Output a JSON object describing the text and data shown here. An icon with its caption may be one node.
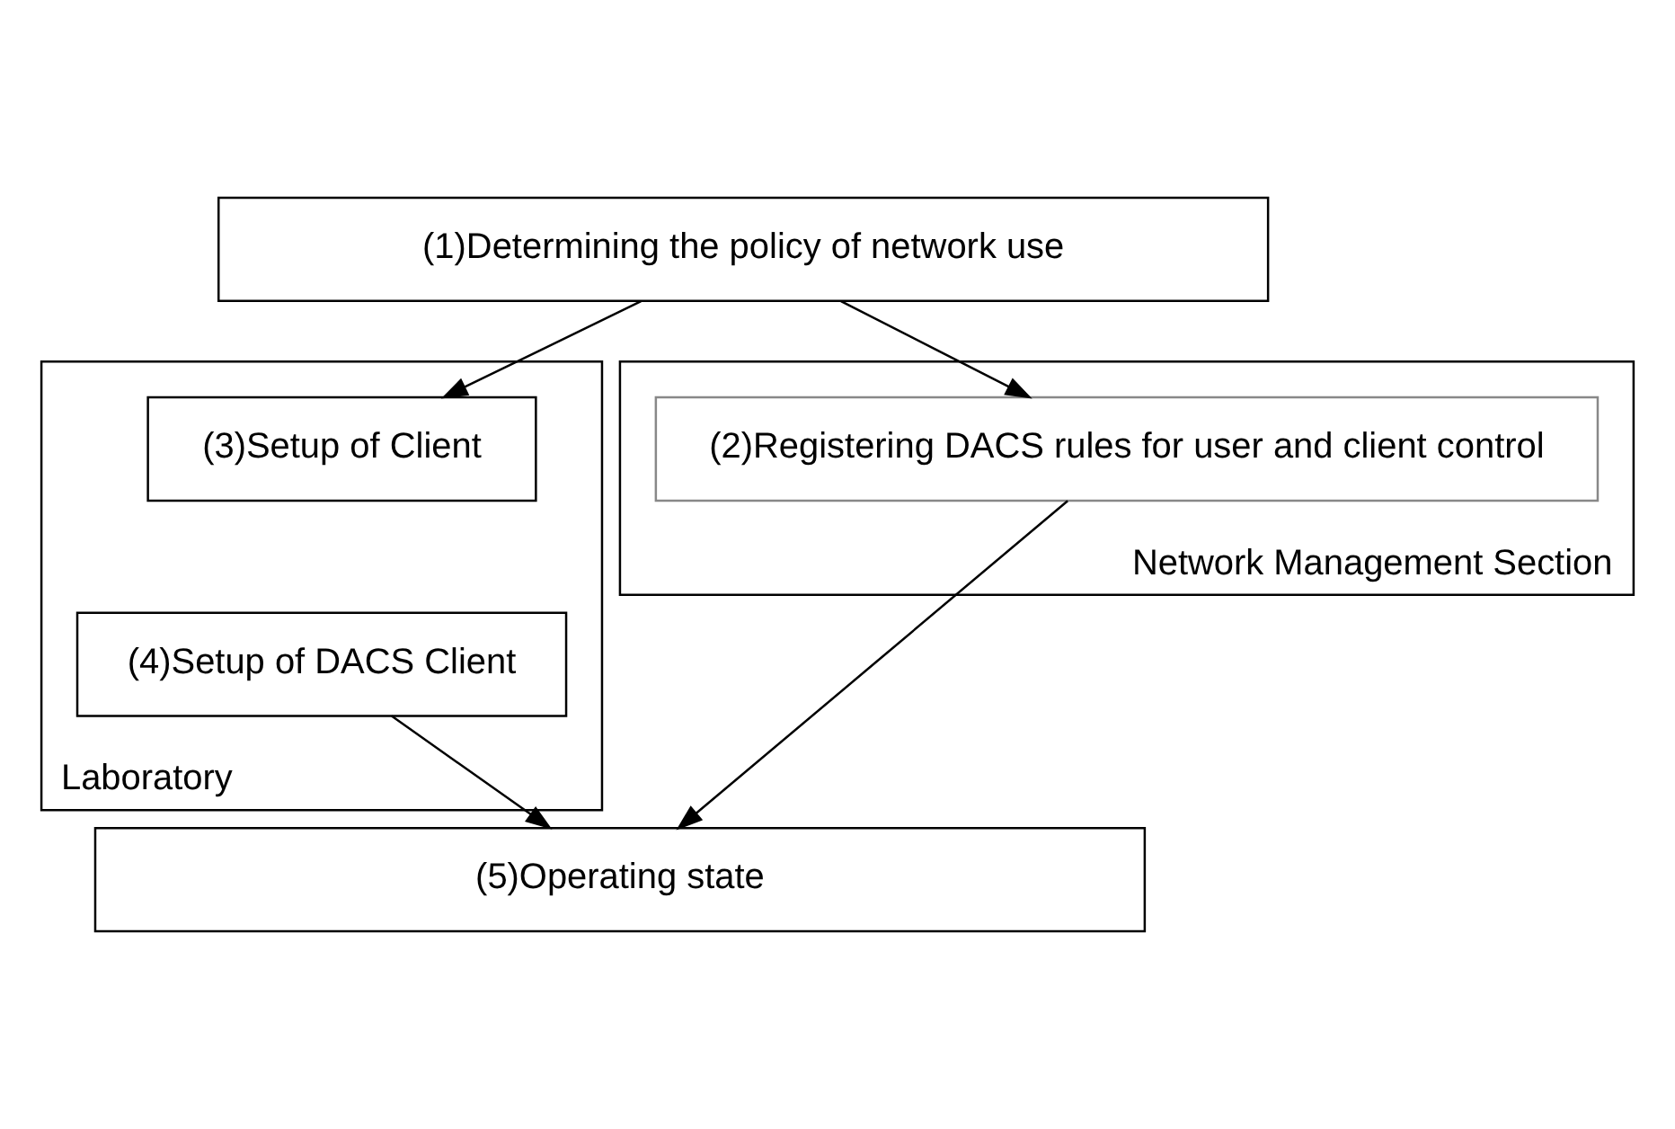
{
  "diagram": {
    "nodes": [
      {
        "text": [
          "(1)Determining the policy of network use"
        ]
      },
      {
        "text": [
          "Network Management Section"
        ]
      },
      {
        "text": [
          "(2)Registering DACS rules for user and client control"
        ],
        "in": 1
      },
      {
        "text": [
          "Laboratory"
        ]
      },
      {
        "text": [
          "(3)Setup of Client"
        ],
        "in": 3
      },
      {
        "text": [
          "(4)Setup of DACS Client"
        ],
        "in": 3
      },
      {
        "text": [
          "(5)Operating state"
        ]
      }
    ],
    "edges": [
      {
        "from": 0,
        "to": 2,
        "arrow": "to"
      },
      {
        "from": 0,
        "to": 4,
        "arrow": "to"
      },
      {
        "from": 2,
        "to": 6,
        "arrow": "to"
      },
      {
        "from": 5,
        "to": 6,
        "arrow": "to"
      }
    ]
  }
}
